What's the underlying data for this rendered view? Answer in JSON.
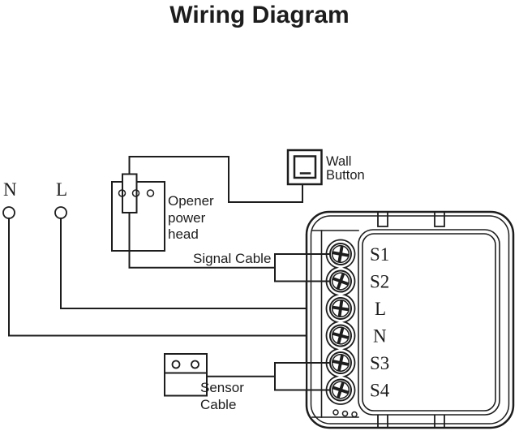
{
  "title": "Wiring Diagram",
  "colors": {
    "line": "#1d1d1d",
    "background": "#ffffff"
  },
  "power_input": {
    "neutral_label": "N",
    "live_label": "L"
  },
  "opener": {
    "label_lines": [
      "Opener",
      "power",
      "head"
    ]
  },
  "wall_button": {
    "label_lines": [
      "Wall",
      "Button"
    ]
  },
  "signal_cable": {
    "label": "Signal Cable"
  },
  "sensor_cable": {
    "label_lines": [
      "Sensor",
      "Cable"
    ]
  },
  "device": {
    "terminals": [
      {
        "label": "S1"
      },
      {
        "label": "S2"
      },
      {
        "label": "L"
      },
      {
        "label": "N"
      },
      {
        "label": "S3"
      },
      {
        "label": "S4"
      }
    ]
  }
}
